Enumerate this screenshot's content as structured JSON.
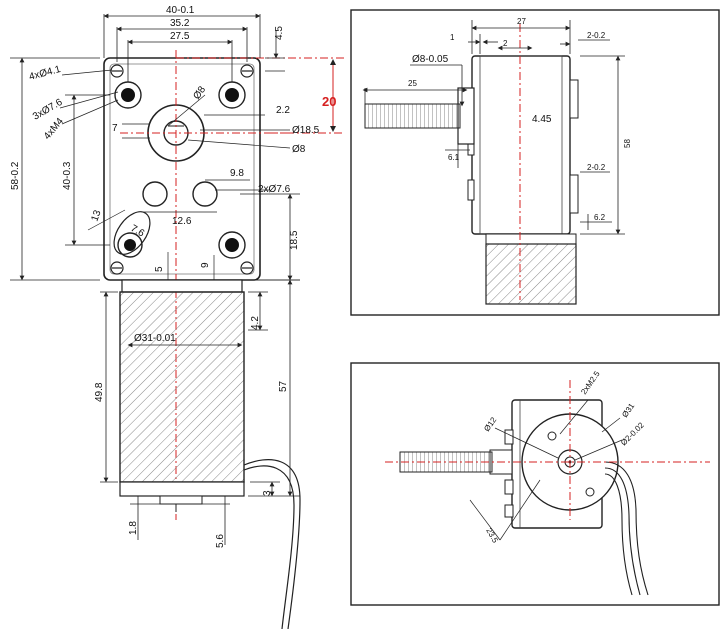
{
  "front_view": {
    "width_total": "40-0.1",
    "hole_spacing": "35.2",
    "inner_width": "27.5",
    "top_offset": "4.5",
    "hole_4x": "4xØ4.1",
    "hole_3x": "3xØ7.6",
    "thread_4x": "4xM4",
    "shaft_dia": "Ø8",
    "offset_22": "2.2",
    "boss_dia": "Ø18.5",
    "shaft_dia_2": "Ø8",
    "offset_7": "7",
    "height_total": "58-0.2",
    "height_403": "40-0.3",
    "dim_98": "9.8",
    "holes_2x": "2xØ7.6",
    "dim_13": "13",
    "dim_76": "7.6",
    "dim_126": "12.6",
    "dim_185": "18.5",
    "dim_5": "5",
    "dim_9": "9",
    "offset_red": "20"
  },
  "motor_body": {
    "dia": "Ø31-0.01",
    "dim_42": "4.2",
    "length": "49.8",
    "total": "57",
    "dim_3": "3",
    "dim_18": "1.8",
    "dim_56": "5.6"
  },
  "side_view": {
    "width": "27",
    "dim_1": "1",
    "dim_2": "2",
    "dim_20_2_top": "2-0.2",
    "shaft": "Ø8-0.05",
    "shaft_len": "25",
    "dim_445": "4.45",
    "height": "58",
    "dim_61": "6.1",
    "dim_20_2_mid": "2-0.2",
    "dim_62": "6.2"
  },
  "end_view": {
    "thread": "2xM2.5",
    "dia_31": "Ø31",
    "dia_12": "Ø12",
    "dia_2": "Ø2-0.02",
    "dim_235": "23.5"
  }
}
